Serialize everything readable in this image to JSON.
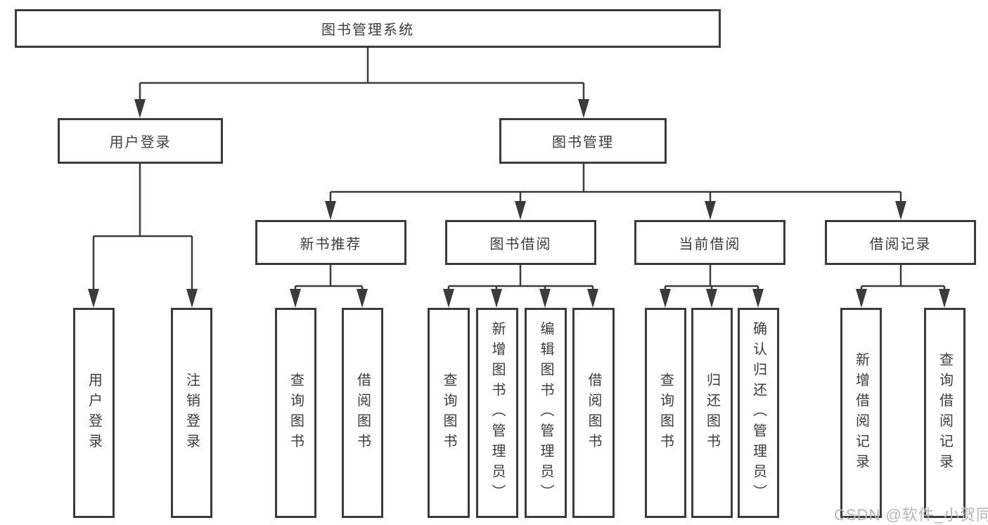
{
  "colors": {
    "line": "#3b3b3b",
    "text": "#3c3c3c",
    "watermark": "#b5b5b5",
    "background": "#ffffff"
  },
  "diagram": {
    "root": "图书管理系统",
    "branches": {
      "user_login": {
        "label": "用户登录",
        "children": {
          "login": "用户登录",
          "logout": "注销登录"
        }
      },
      "book_management": {
        "label": "图书管理",
        "children": {
          "new_book_recommend": {
            "label": "新书推荐",
            "children": {
              "query_book": "查询图书",
              "borrow_book": "借阅图书"
            }
          },
          "book_borrow": {
            "label": "图书借阅",
            "children": {
              "query_book": "查询图书",
              "add_book": "新增图书（管理员）",
              "edit_book": "编辑图书（管理员）",
              "borrow_book": "借阅图书"
            }
          },
          "current_borrow": {
            "label": "当前借阅",
            "children": {
              "query_book": "查询图书",
              "return_book": "归还图书",
              "confirm_return": "确认归还（管理员）"
            }
          },
          "borrow_records": {
            "label": "借阅记录",
            "children": {
              "add_record": "新增借阅记录",
              "query_record": "查询借阅记录"
            }
          }
        }
      }
    }
  },
  "watermark": "CSDN @软件_小贺同学"
}
